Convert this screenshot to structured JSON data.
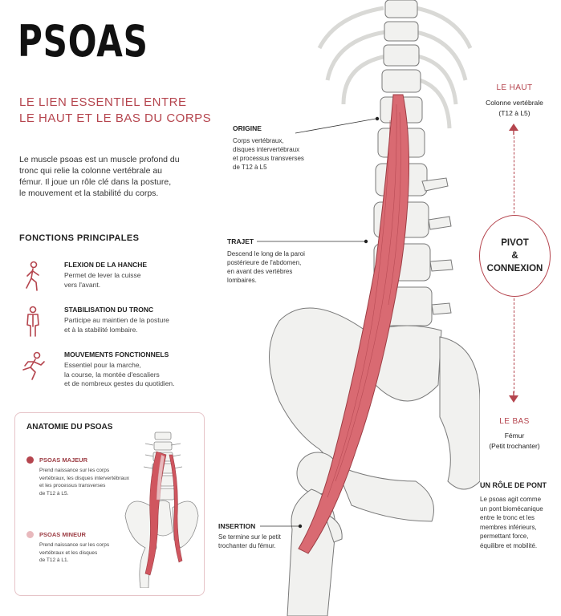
{
  "title": "PSOAS",
  "subtitle_line1": "LE LIEN ESSENTIEL ENTRE",
  "subtitle_line2": "LE HAUT ET LE BAS DU CORPS",
  "intro": "Le muscle psoas est un muscle profond du tronc qui relie la colonne vertébrale au fémur. Il joue un rôle clé dans la posture, le mouvement et la stabilité du corps.",
  "functions": {
    "title": "FONCTIONS PRINCIPALES",
    "items": [
      {
        "icon": "walking-person-icon",
        "title": "FLEXION DE LA HANCHE",
        "desc_1": "Permet de lever la cuisse",
        "desc_2": "vers l'avant.",
        "desc_3": ""
      },
      {
        "icon": "standing-torso-icon",
        "title": "STABILISATION DU TRONC",
        "desc_1": "Participe au maintien de la posture",
        "desc_2": "et à la stabilité lombaire.",
        "desc_3": ""
      },
      {
        "icon": "running-person-icon",
        "title": "MOUVEMENTS FONCTIONNELS",
        "desc_1": "Essentiel pour la marche,",
        "desc_2": "la course, la montée d'escaliers",
        "desc_3": "et de nombreux gestes du quotidien."
      }
    ]
  },
  "anatomy": {
    "title": "ANATOMIE DU PSOAS",
    "major": {
      "label": "PSOAS MAJEUR",
      "desc_1": "Prend naissance sur les corps",
      "desc_2": "vertébraux, les disques intervertébraux",
      "desc_3": "et les processus transverses",
      "desc_4": "de T12 à L5.",
      "color": "#b5454e"
    },
    "minor": {
      "label": "PSOAS MINEUR",
      "desc_1": "Prend naissance sur les corps",
      "desc_2": "vertébraux et les disques",
      "desc_3": "de T12 à L1.",
      "color": "#e8b9bd"
    }
  },
  "callouts": {
    "origine": {
      "title": "ORIGINE",
      "l1": "Corps vertébraux,",
      "l2": "disques intervertébraux",
      "l3": "et processus transverses",
      "l4": "de T12 à L5"
    },
    "trajet": {
      "title": "TRAJET",
      "l1": "Descend le long de la paroi",
      "l2": "postérieure de l'abdomen,",
      "l3": "en avant des vertèbres",
      "l4": "lombaires."
    },
    "insertion": {
      "title": "INSERTION",
      "l1": "Se termine sur le petit",
      "l2": "trochanter du fémur."
    }
  },
  "right": {
    "haut_label": "LE HAUT",
    "haut_desc_1": "Colonne vertébrale",
    "haut_desc_2": "(T12 à L5)",
    "pivot_1": "PIVOT",
    "pivot_2": "&",
    "pivot_3": "CONNEXION",
    "bas_label": "LE BAS",
    "bas_desc_1": "Fémur",
    "bas_desc_2": "(Petit trochanter)",
    "role_title": "UN RÔLE DE PONT",
    "role_1": "Le psoas agit comme",
    "role_2": "un pont biomécanique",
    "role_3": "entre le tronc et les",
    "role_4": "membres inférieurs,",
    "role_5": "permettant force,",
    "role_6": "équilibre et mobilité."
  },
  "colors": {
    "accent": "#b5454e",
    "muscle": "#d96a72",
    "bone": "#f1f1ef"
  }
}
